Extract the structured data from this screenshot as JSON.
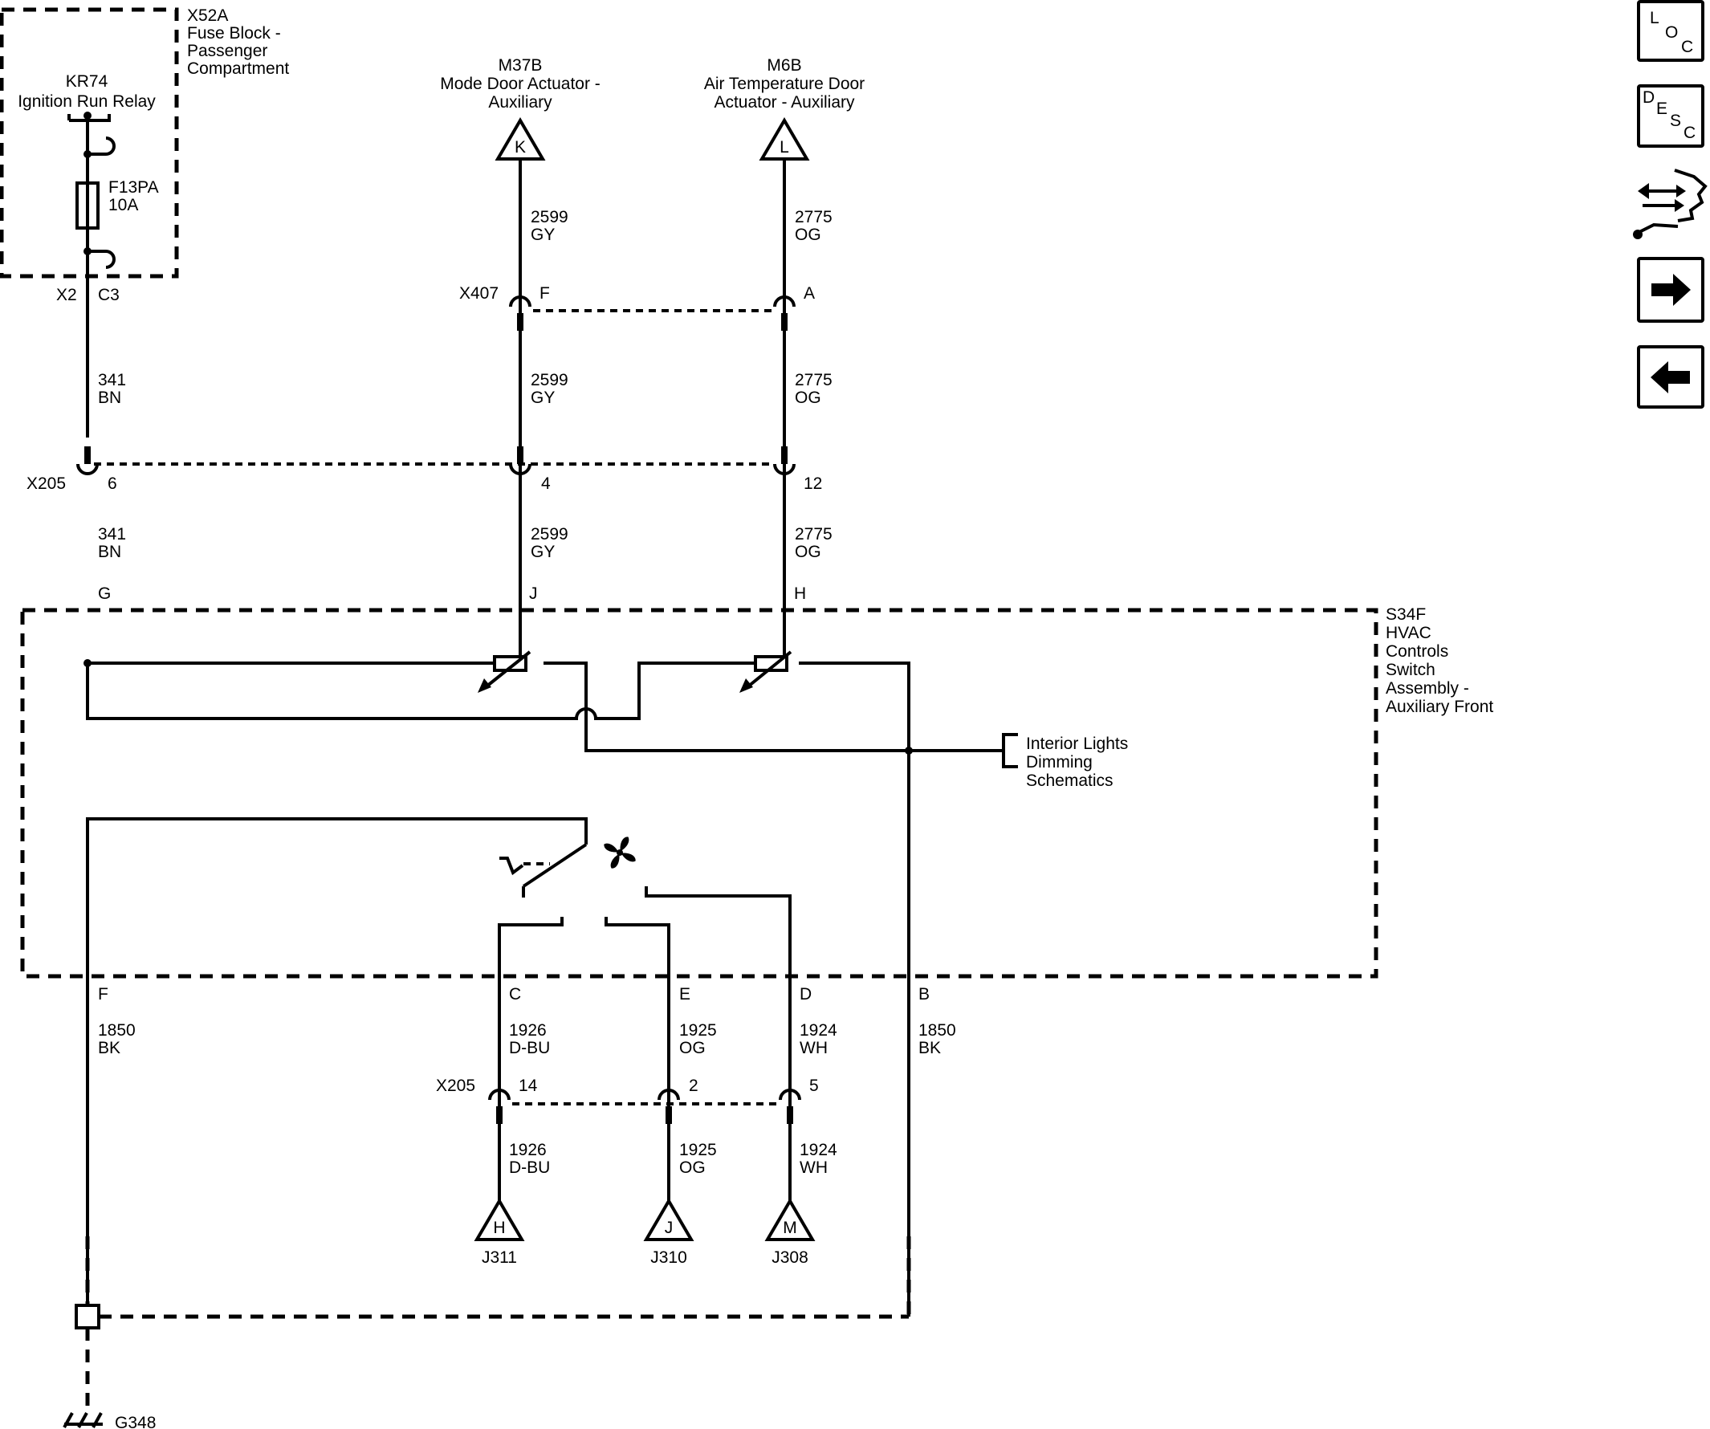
{
  "fuse_block": {
    "id": "X52A",
    "name_l1": "Fuse Block -",
    "name_l2": "Passenger",
    "name_l3": "Compartment"
  },
  "relay": {
    "id": "KR74",
    "name": "Ignition Run Relay"
  },
  "fuse": {
    "id": "F13PA",
    "rating": "10A"
  },
  "fuse_block_conn": {
    "conn": "X2",
    "pin": "C3"
  },
  "mode_actuator": {
    "id": "M37B",
    "name_l1": "Mode Door Actuator -",
    "name_l2": "Auxiliary",
    "pin": "K"
  },
  "temp_actuator": {
    "id": "M6B",
    "name_l1": "Air Temperature Door",
    "name_l2": "Actuator - Auxiliary",
    "pin": "L"
  },
  "x407": {
    "id": "X407",
    "pin_f": "F",
    "pin_a": "A"
  },
  "x205_upper": {
    "id": "X205",
    "pin_6": "6",
    "pin_4": "4",
    "pin_12": "12"
  },
  "x205_lower": {
    "id": "X205",
    "pin_14": "14",
    "pin_2": "2",
    "pin_5": "5"
  },
  "wires": {
    "w341": {
      "num": "341",
      "color": "BN"
    },
    "w2599": {
      "num": "2599",
      "color": "GY"
    },
    "w2775": {
      "num": "2775",
      "color": "OG"
    },
    "w1850": {
      "num": "1850",
      "color": "BK"
    },
    "w1926": {
      "num": "1926",
      "color": "D-BU"
    },
    "w1925": {
      "num": "1925",
      "color": "OG"
    },
    "w1924": {
      "num": "1924",
      "color": "WH"
    }
  },
  "hvac_switch": {
    "id": "S34F",
    "name_l1": "HVAC",
    "name_l2": "Controls",
    "name_l3": "Switch",
    "name_l4": "Assembly -",
    "name_l5": "Auxiliary Front",
    "pins": {
      "g": "G",
      "j": "J",
      "h": "H",
      "f": "F",
      "c": "C",
      "e": "E",
      "d": "D",
      "b": "B"
    }
  },
  "dimming_ref": {
    "l1": "Interior Lights",
    "l2": "Dimming",
    "l3": "Schematics"
  },
  "bottom_refs": [
    {
      "pin": "H",
      "id": "J311"
    },
    {
      "pin": "J",
      "id": "J310"
    },
    {
      "pin": "M",
      "id": "J308"
    }
  ],
  "ground": {
    "id": "G348"
  },
  "nav": {
    "loc": [
      "L",
      "O",
      "C"
    ],
    "desc": [
      "D",
      "E",
      "S",
      "C"
    ],
    "icons": [
      "connector-end-view-icon",
      "next-arrow-icon",
      "previous-arrow-icon"
    ]
  }
}
